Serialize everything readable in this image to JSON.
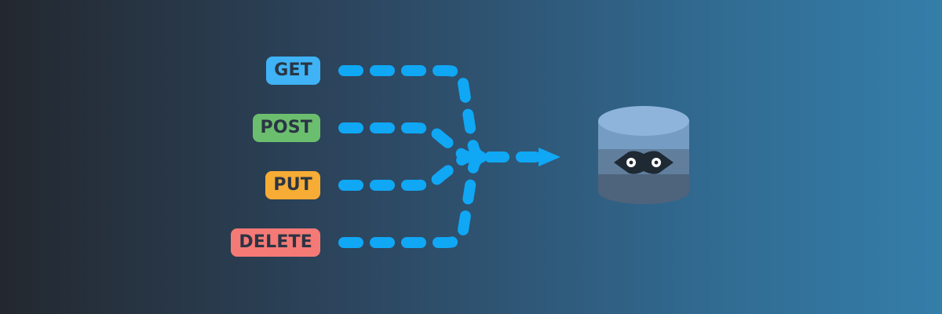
{
  "methods": [
    {
      "label": "GET",
      "color": "#3fb3f5"
    },
    {
      "label": "POST",
      "color": "#6cbe6f"
    },
    {
      "label": "PUT",
      "color": "#f7ac35"
    },
    {
      "label": "DELETE",
      "color": "#f57a76"
    }
  ],
  "connector_color": "#10a7f5",
  "database": {
    "icon": "database-mask-icon",
    "colors": {
      "top": "#8fb4dc",
      "upper": "#759cc3",
      "middle": "#617f9d",
      "lower": "#4e647c",
      "mask": "#1e2933"
    }
  }
}
